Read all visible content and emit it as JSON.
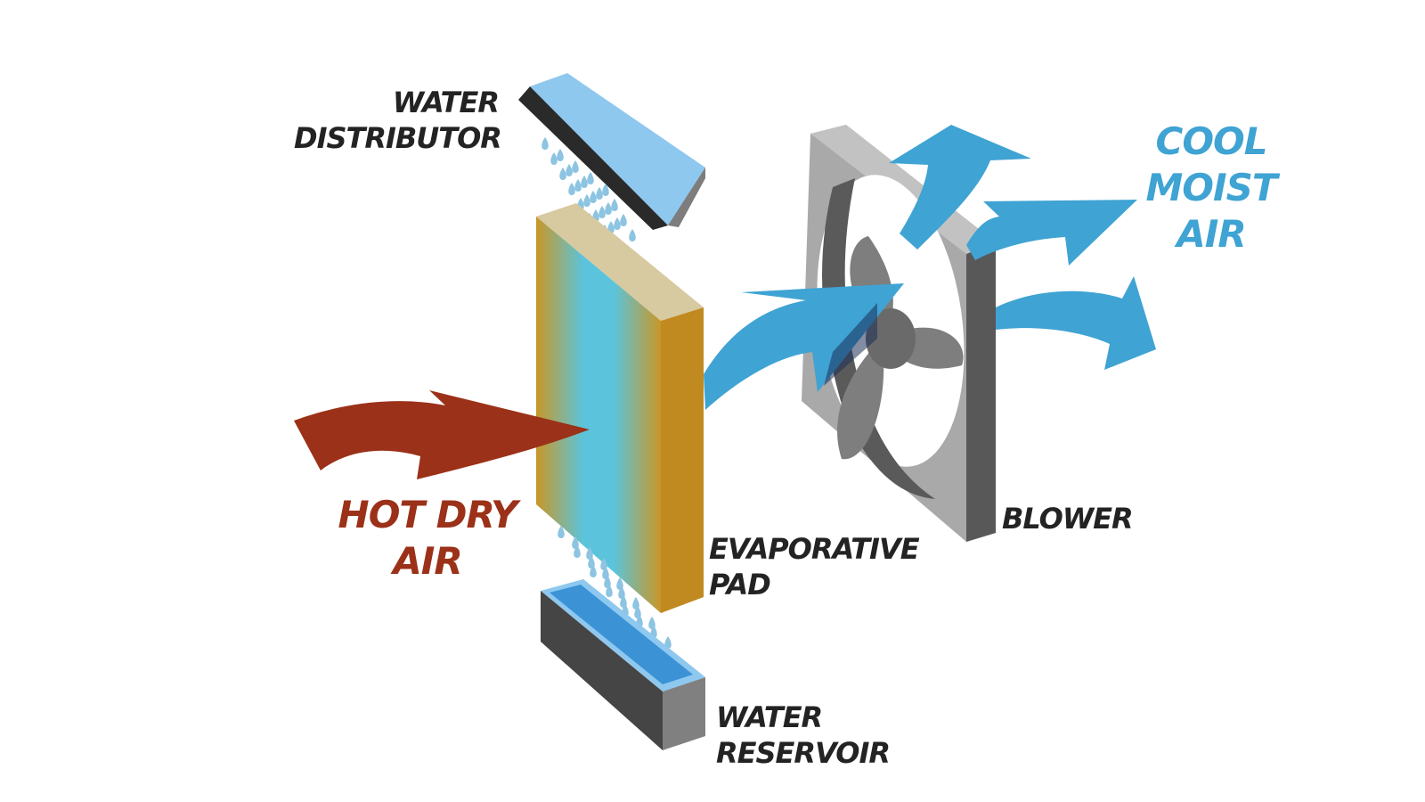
{
  "labels": {
    "water_distributor": [
      "WATER",
      "DISTRIBUTOR"
    ],
    "hot_dry_air": [
      "HOT DRY",
      "AIR"
    ],
    "evaporative_pad": [
      "EVAPORATIVE",
      "PAD"
    ],
    "water_reservoir": [
      "WATER",
      "RESERVOIR"
    ],
    "blower": "BLOWER",
    "cool_moist_air": [
      "COOL",
      "MOIST",
      "AIR"
    ]
  },
  "colors": {
    "hot_air": "#9b3118",
    "cool_air": "#3fa3d3",
    "label_text": "#232323",
    "pad_gold": "#c89728",
    "pad_blue": "#5bc4dc",
    "water_light": "#88c6ee",
    "water_deep": "#3b93d6",
    "metal_light": "#a8a8a8",
    "metal_dark": "#555555",
    "droplet": "#8cc4e2"
  }
}
